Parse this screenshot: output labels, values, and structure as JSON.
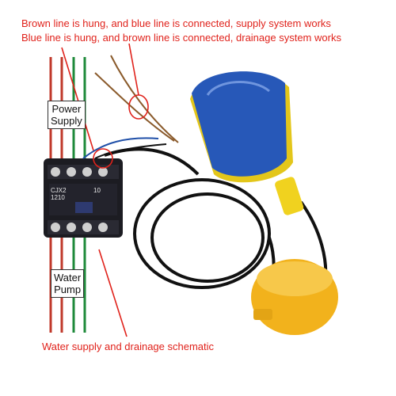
{
  "captions": {
    "line1": "Brown line is hung, and blue line is connected, supply system works",
    "line2": "Blue line is hung, and brown line is connected, drainage system works",
    "bottom": "Water supply and drainage schematic"
  },
  "labels": {
    "power_line1": "Power",
    "power_line2": "Supply",
    "pump_line1": "Water",
    "pump_line2": "Pump"
  },
  "contactor": {
    "model_line1": "CJX2",
    "model_line2": "1210",
    "rating": "10"
  },
  "colors": {
    "annotation": "#e0221b",
    "float_blue": "#2758b8",
    "float_yellow": "#f2b21c",
    "wire_red": "#c0392b",
    "wire_green": "#1e8a3a",
    "contactor_body": "#1c1c22"
  },
  "icons": [
    "float-switch-blue",
    "float-switch-yellow",
    "contactor",
    "black-cable"
  ]
}
